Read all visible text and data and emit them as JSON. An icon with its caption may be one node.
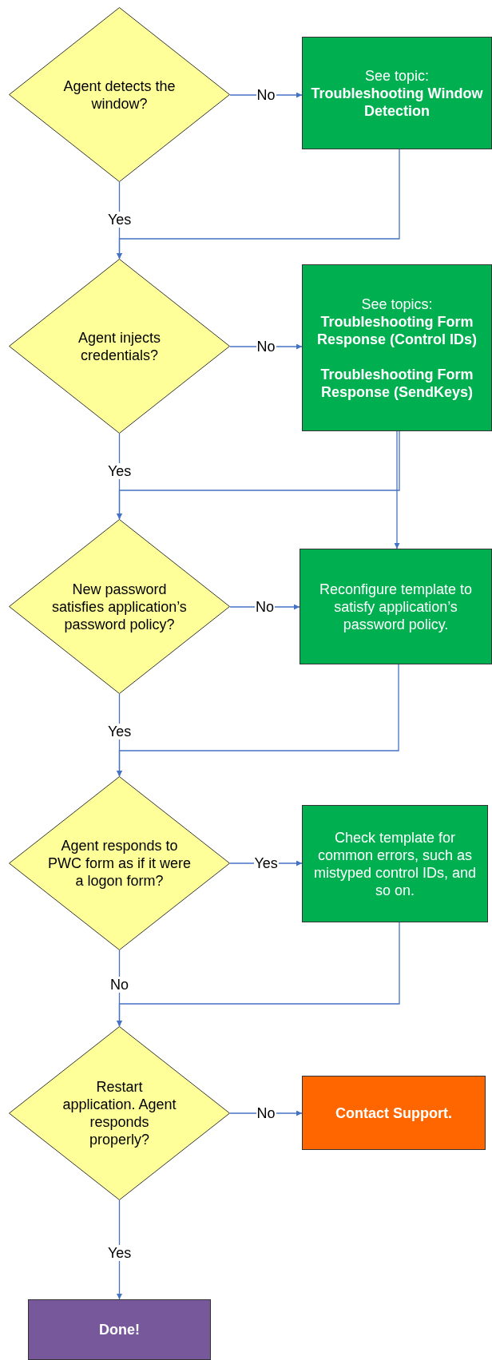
{
  "diagram": {
    "nodes": [
      {
        "text": [
          "Agent detects the window?"
        ]
      },
      {
        "text": [
          "See topic:",
          "Troubleshooting Window Detection"
        ]
      },
      {
        "text": [
          "Agent injects credentials?"
        ]
      },
      {
        "text": [
          "See topics:",
          "Troubleshooting Form Response (Control IDs)",
          "Troubleshooting Form Response (SendKeys)"
        ]
      },
      {
        "text": [
          "New password satisfies application’s password policy?"
        ]
      },
      {
        "text": [
          "Reconfigure template to satisfy application’s password policy."
        ]
      },
      {
        "text": [
          "Agent responds to PWC form as if it were a logon form?"
        ]
      },
      {
        "text": [
          "Check template for common errors, such as mistyped control IDs, and so on."
        ]
      },
      {
        "text": [
          "Restart application. Agent responds properly?"
        ]
      },
      {
        "text": [
          "Contact Support."
        ]
      },
      {
        "text": [
          "Done!"
        ]
      }
    ],
    "edges": [
      {
        "from": 0,
        "to": 1,
        "arrow": "to",
        "label": "No"
      },
      {
        "from": 0,
        "to": 2,
        "arrow": "to",
        "label": "Yes"
      },
      {
        "from": 1,
        "to": 2,
        "arrow": "to"
      },
      {
        "from": 2,
        "to": 3,
        "arrow": "to",
        "label": "No"
      },
      {
        "from": 2,
        "to": 4,
        "arrow": "to",
        "label": "Yes"
      },
      {
        "from": 3,
        "to": 4,
        "arrow": "to"
      },
      {
        "from": 3,
        "to": 5,
        "arrow": "to"
      },
      {
        "from": 4,
        "to": 5,
        "arrow": "to",
        "label": "No"
      },
      {
        "from": 4,
        "to": 6,
        "arrow": "to",
        "label": "Yes"
      },
      {
        "from": 5,
        "to": 6,
        "arrow": "to"
      },
      {
        "from": 6,
        "to": 7,
        "arrow": "to",
        "label": "Yes"
      },
      {
        "from": 6,
        "to": 8,
        "arrow": "to",
        "label": "No"
      },
      {
        "from": 7,
        "to": 8,
        "arrow": "to"
      },
      {
        "from": 8,
        "to": 9,
        "arrow": "to",
        "label": "No"
      },
      {
        "from": 8,
        "to": 10,
        "arrow": "to",
        "label": "Yes"
      }
    ]
  }
}
